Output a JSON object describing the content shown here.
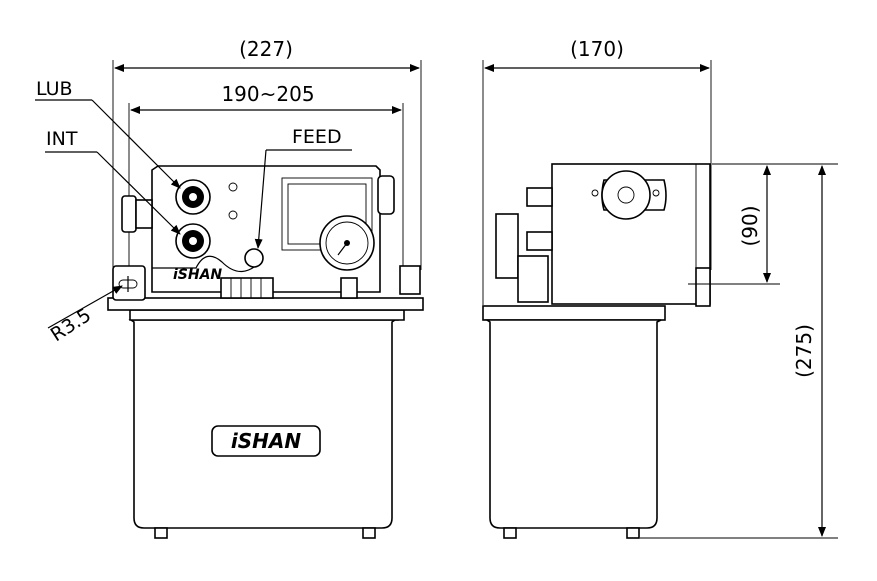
{
  "front_view": {
    "overall_width": "(227)",
    "mount_width": "190~205",
    "labels": {
      "lub": "LUB",
      "int": "INT",
      "feed": "FEED"
    },
    "slot_radius": "R3.5",
    "brand": "iSHAN"
  },
  "side_view": {
    "overall_depth": "(170)",
    "head_height": "(90)",
    "overall_height": "(275)"
  },
  "icons": [
    "pressure-gauge-icon",
    "knob-icon",
    "arrowhead-icon"
  ]
}
